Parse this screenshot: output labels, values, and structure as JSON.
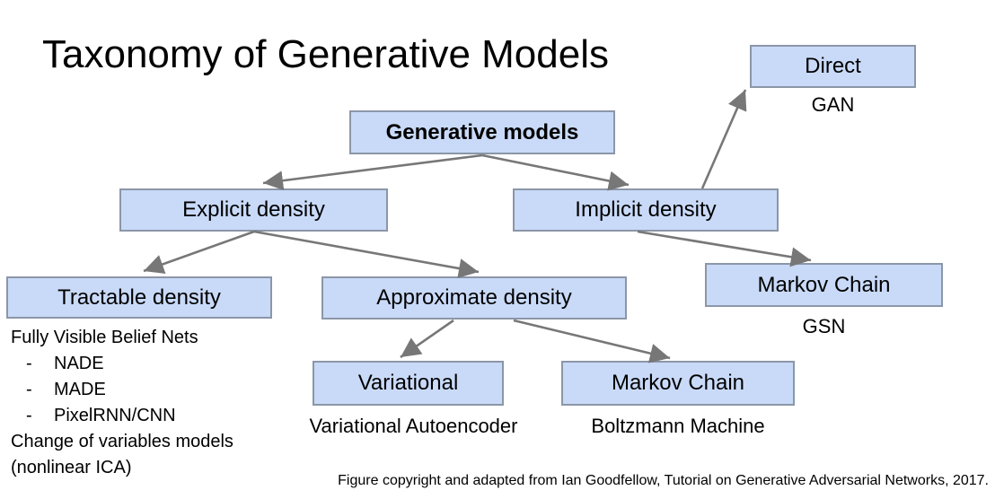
{
  "title": "Taxonomy of Generative Models",
  "nodes": {
    "generative": {
      "label": "Generative models"
    },
    "direct": {
      "label": "Direct",
      "sublabel": "GAN"
    },
    "explicit": {
      "label": "Explicit density"
    },
    "implicit": {
      "label": "Implicit density"
    },
    "tractable": {
      "label": "Tractable density"
    },
    "approximate": {
      "label": "Approximate density"
    },
    "markov_gsn": {
      "label": "Markov Chain",
      "sublabel": "GSN"
    },
    "variational": {
      "label": "Variational",
      "sublabel": "Variational Autoencoder"
    },
    "markov_boltzmann": {
      "label": "Markov Chain",
      "sublabel": "Boltzmann Machine"
    }
  },
  "notes": {
    "heading": "Fully Visible Belief Nets",
    "bullet": "-",
    "items": [
      "NADE",
      "MADE",
      "PixelRNN/CNN"
    ],
    "footer_lines": [
      "Change of variables models",
      "(nonlinear ICA)"
    ]
  },
  "caption": "Figure copyright and adapted from Ian Goodfellow, Tutorial on Generative Adversarial Networks, 2017.",
  "colors": {
    "background": "#ffffff",
    "box_fill": "#c9daf8",
    "box_border": "#8b96a8",
    "arrow": "#777777",
    "text": "#000000"
  }
}
